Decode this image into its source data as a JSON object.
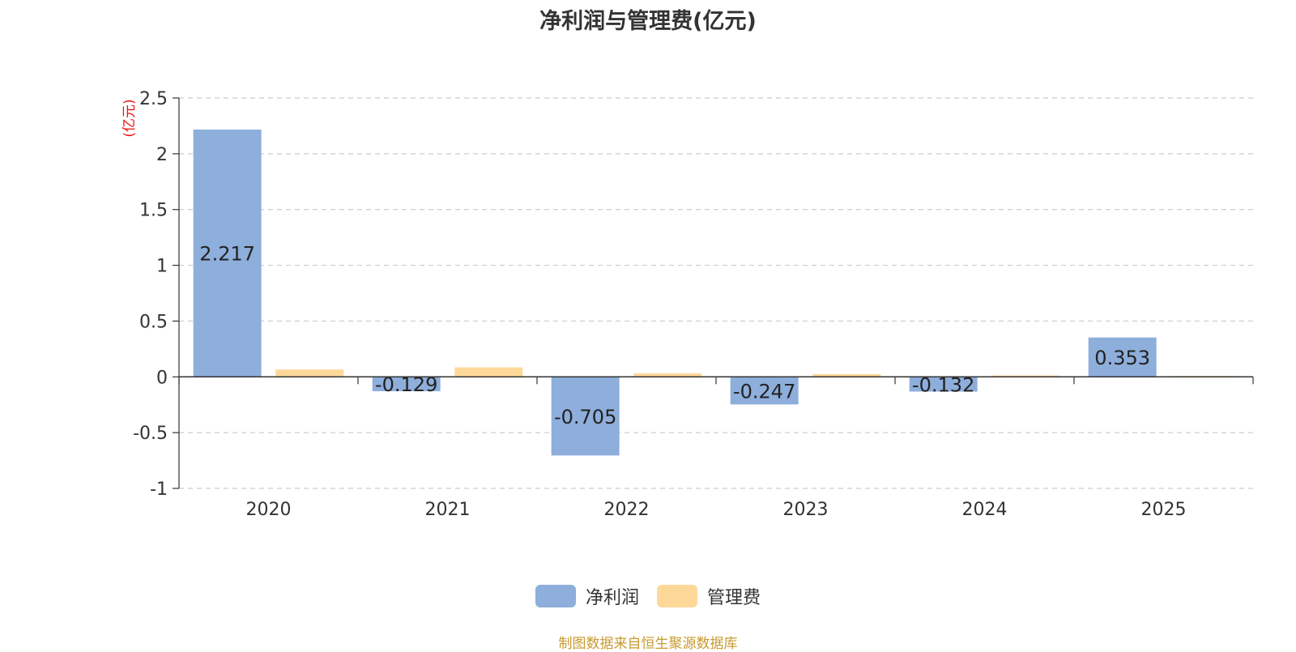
{
  "chart_data": {
    "type": "bar",
    "title": "净利润与管理费(亿元)",
    "ylabel": "(亿元)",
    "xlabel": "",
    "categories": [
      "2020",
      "2021",
      "2022",
      "2023",
      "2024",
      "2025"
    ],
    "ylim": [
      -1,
      2.5
    ],
    "yticks": [
      -1,
      -0.5,
      0,
      0.5,
      1,
      1.5,
      2,
      2.5
    ],
    "ytick_labels": [
      "-1",
      "-0.5",
      "0",
      "0.5",
      "1",
      "1.5",
      "2",
      "2.5"
    ],
    "grid": true,
    "legend_position": "bottom",
    "series": [
      {
        "name": "净利润",
        "color": "#8eaedb",
        "values": [
          2.217,
          -0.129,
          -0.705,
          -0.247,
          -0.132,
          0.353
        ],
        "data_labels": [
          "2.217",
          "-0.129",
          "-0.705",
          "-0.247",
          "-0.132",
          "0.353"
        ]
      },
      {
        "name": "管理费",
        "color": "#fdd899",
        "values": [
          0.066,
          0.085,
          0.032,
          0.024,
          0.012,
          0.008
        ]
      }
    ]
  },
  "footer": {
    "source": "制图数据来自恒生聚源数据库"
  },
  "colors": {
    "axis": "#333333",
    "grid": "#cccccc",
    "ylabel": "#ee1111"
  }
}
